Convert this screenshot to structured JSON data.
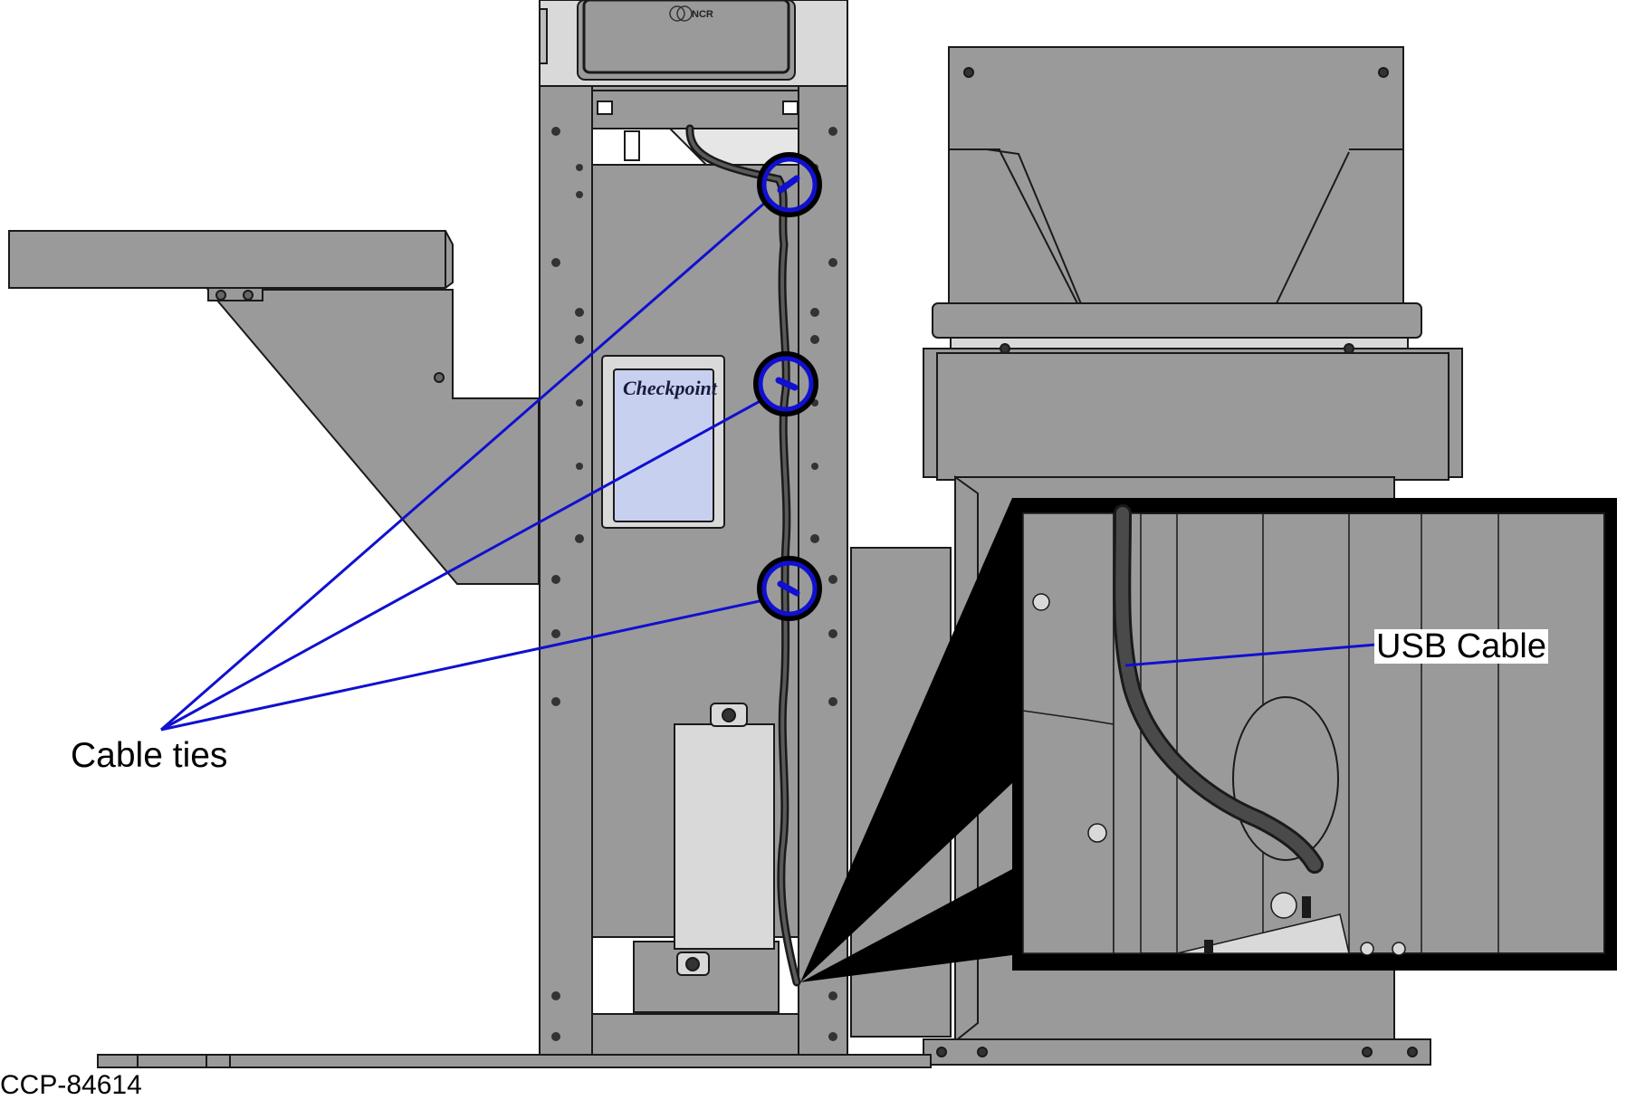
{
  "labels": {
    "cable_ties": "Cable ties",
    "usb_cable": "USB Cable",
    "figure_id": "CCP-84614"
  },
  "logos": {
    "ncr": "NCR",
    "checkpoint": "Checkpoint"
  },
  "colors": {
    "callout_blue": "#1010d0",
    "panel_gray": "#9a9a9a",
    "light_gray": "#d9d9d9",
    "outline": "#1a1a1a",
    "checkpoint_box": "#c8d0f0"
  },
  "callout_count": 3
}
